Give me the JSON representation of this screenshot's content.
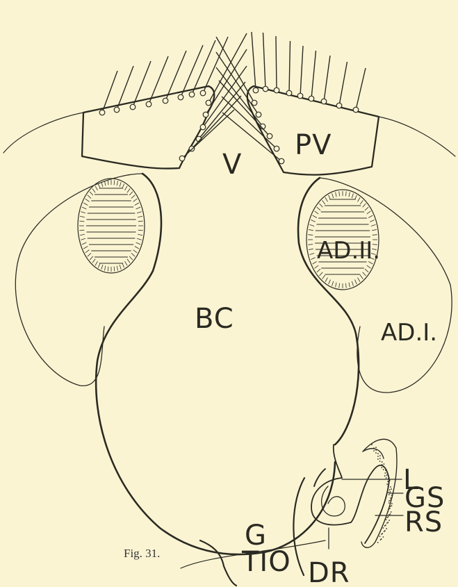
{
  "figure": {
    "caption": "Fig. 31.",
    "labels": {
      "pv": "PV",
      "v": "V",
      "bc": "BC",
      "ad2": "AD.II.",
      "ad1": "AD.I.",
      "g": "G",
      "tio": "TIO",
      "l": "L",
      "gs": "GS",
      "rs": "RS",
      "dr": "DR"
    }
  },
  "colors": {
    "paper": "#fbf4d3",
    "ink": "#2a2a22"
  }
}
